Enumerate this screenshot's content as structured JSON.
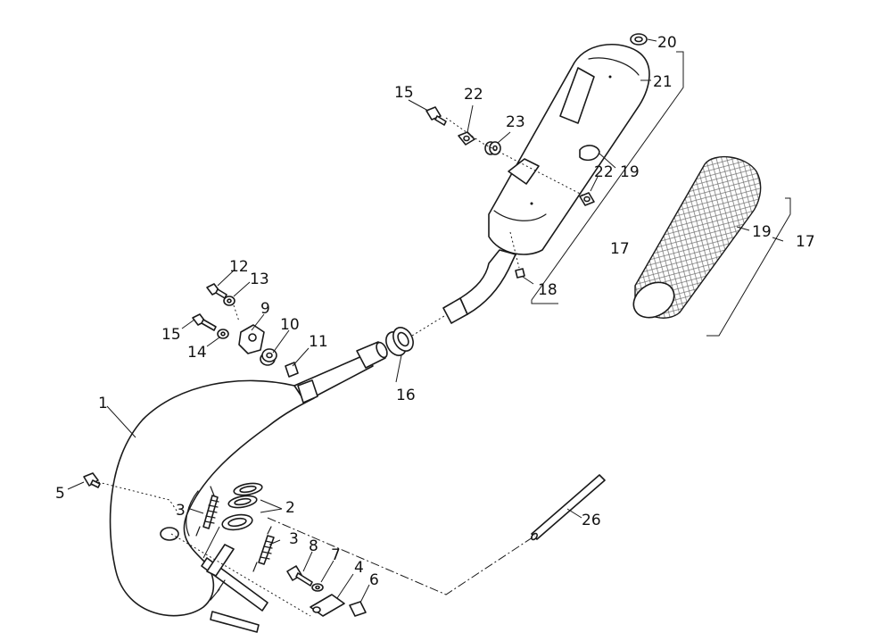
{
  "callouts": {
    "c1": "1",
    "c2": "2",
    "c3a": "3",
    "c3b": "3",
    "c4": "4",
    "c5": "5",
    "c6": "6",
    "c7": "7",
    "c8": "8",
    "c9": "9",
    "c10": "10",
    "c11": "11",
    "c12": "12",
    "c13": "13",
    "c14": "14",
    "c15a": "15",
    "c15b": "15",
    "c16": "16",
    "c17a": "17",
    "c17b": "17",
    "c18": "18",
    "c19a": "19",
    "c19b": "19",
    "c20": "20",
    "c21": "21",
    "c22a": "22",
    "c22b": "22",
    "c23": "23",
    "c26": "26"
  }
}
